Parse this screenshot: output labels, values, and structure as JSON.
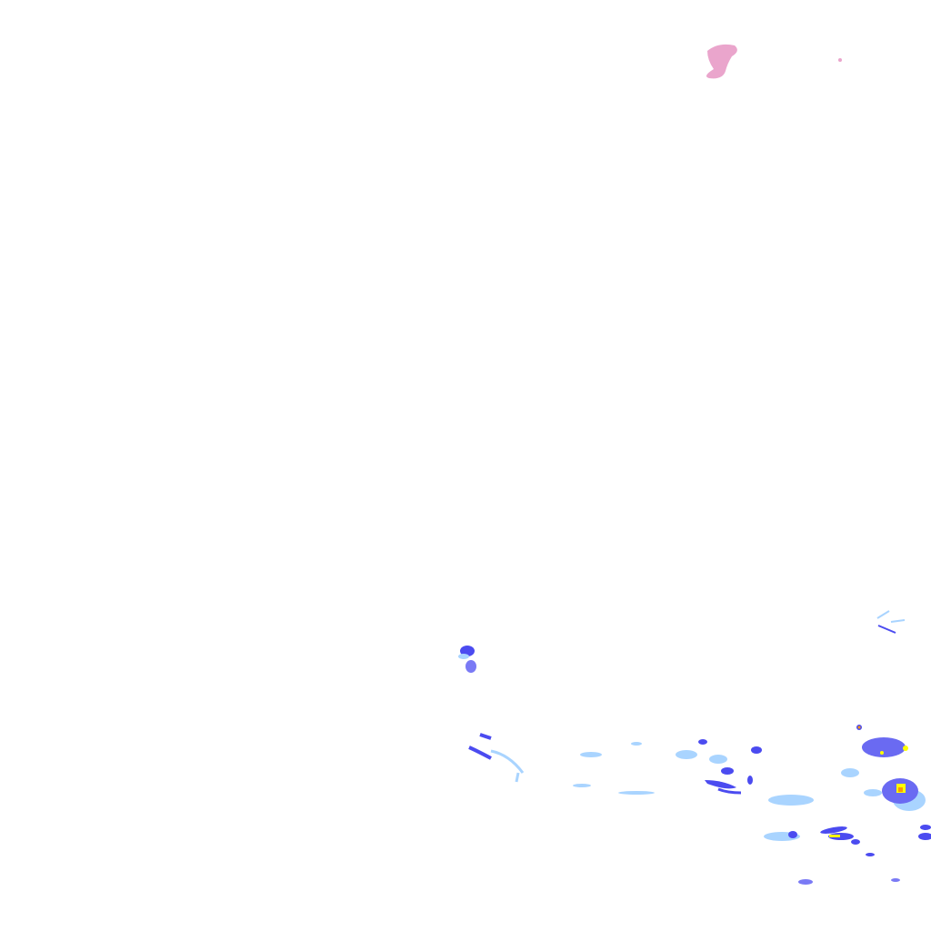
{
  "map": {
    "type": "precipitation-radar-overlay",
    "colors": {
      "light": "#a9d4ff",
      "moderate": "#4b4bf0",
      "heavy": "#ffff00",
      "intense": "#ff9900",
      "mixed": "#e58fbf"
    },
    "cells": [
      {
        "name": "pink-cell-north",
        "intensity": "mixed"
      },
      {
        "name": "cell-west",
        "intensity": "moderate"
      },
      {
        "name": "band-south",
        "intensity": "light"
      },
      {
        "name": "cell-southeast-1",
        "intensity": "intense"
      },
      {
        "name": "cell-southeast-2",
        "intensity": "intense"
      },
      {
        "name": "cell-southeast-3",
        "intensity": "heavy"
      }
    ]
  }
}
